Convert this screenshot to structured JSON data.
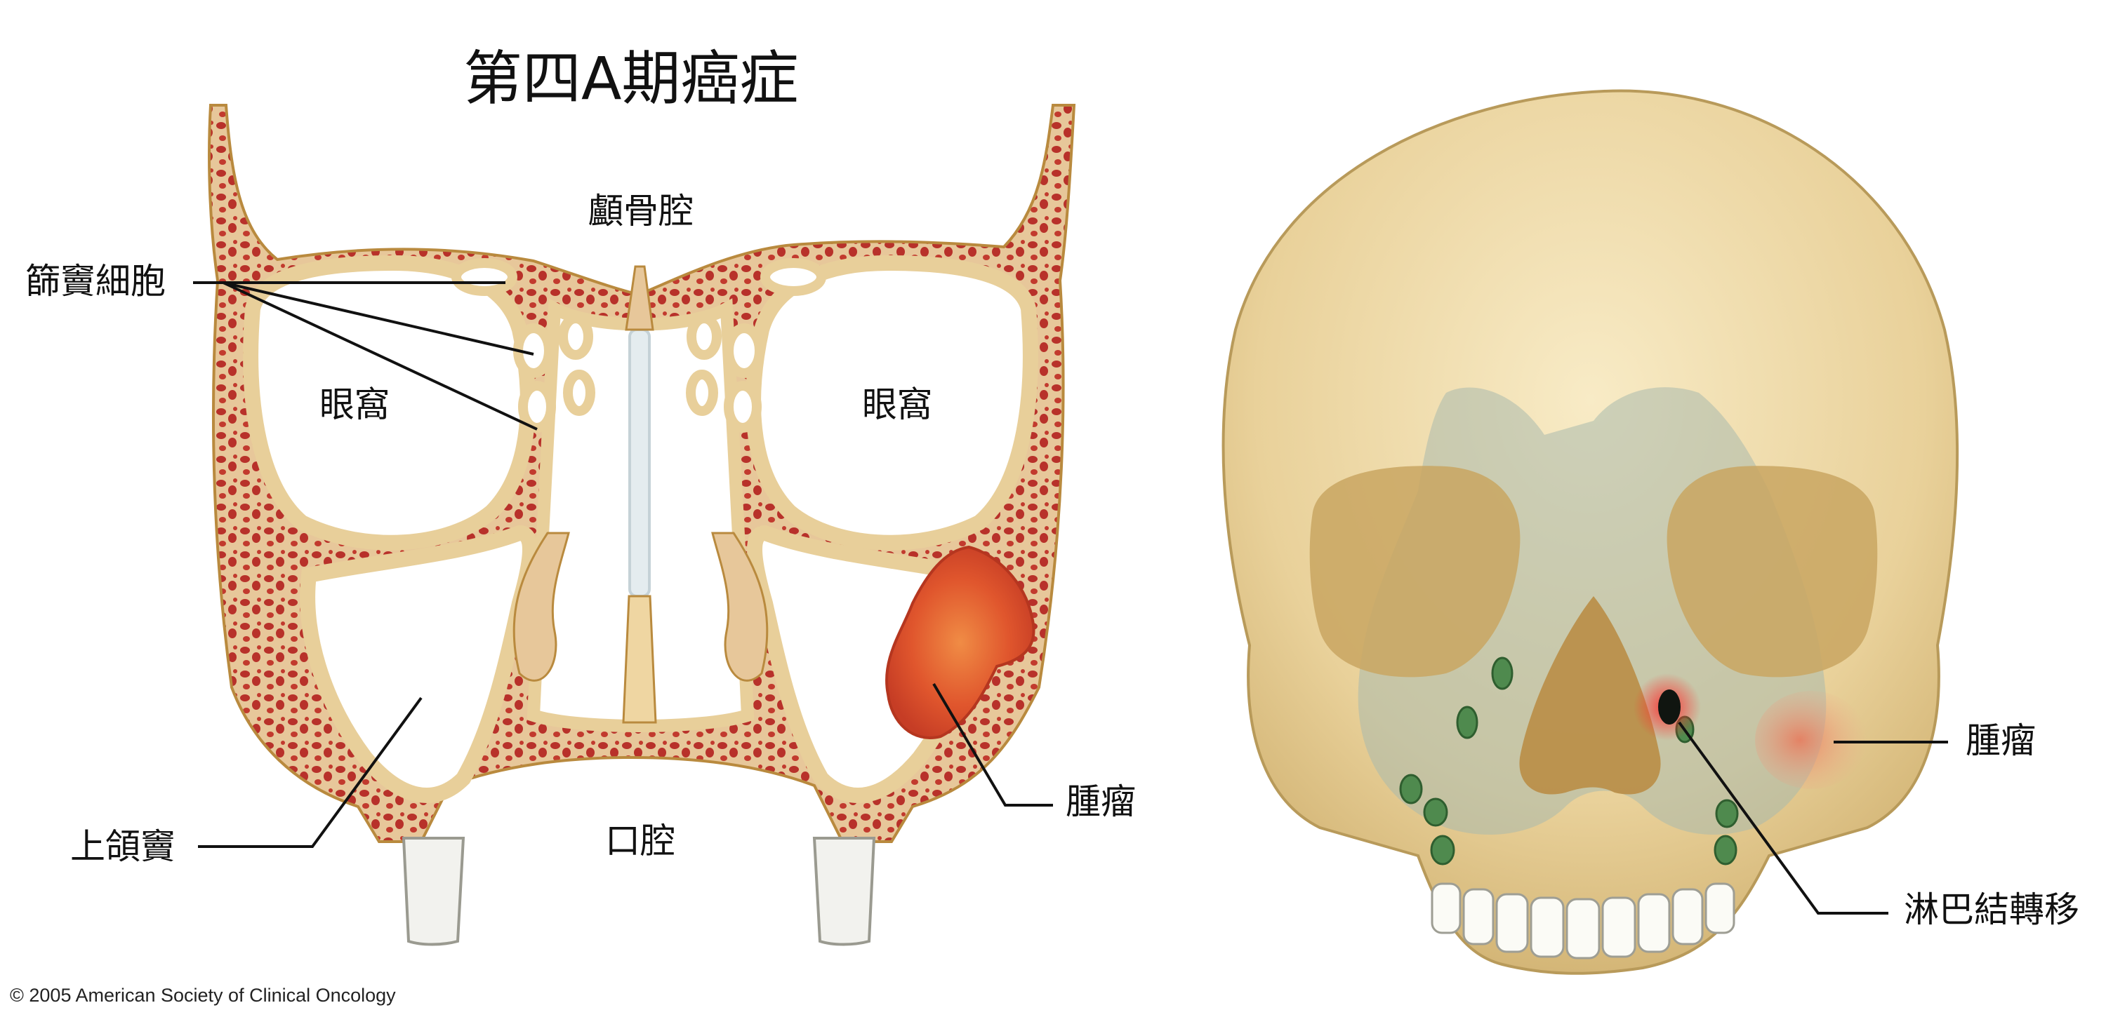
{
  "title": "第四A期癌症",
  "copyright": "© 2005 American Society of Clinical Oncology",
  "left_panel": {
    "labels": {
      "cranial_cavity": "顱骨腔",
      "ethmoid_cells": "篩竇細胞",
      "orbit_left": "眼窩",
      "orbit_right": "眼窩",
      "maxillary_sinus": "上頜竇",
      "oral_cavity": "口腔",
      "tumor": "腫瘤"
    }
  },
  "right_panel": {
    "labels": {
      "tumor": "腫瘤",
      "lymph_node_metastasis": "淋巴結轉移"
    }
  },
  "colors": {
    "bone": "#f0d9a4",
    "bone_outline": "#b98a3e",
    "marrow": "#b8312a",
    "tumor": "#e2542c",
    "skull": "#ecd59b",
    "sinus_overlay": "#a9b9ad",
    "lymph_node": "#4f8a4e",
    "metastasis": "#101510",
    "metastasis_glow": "#ff2a2a"
  }
}
